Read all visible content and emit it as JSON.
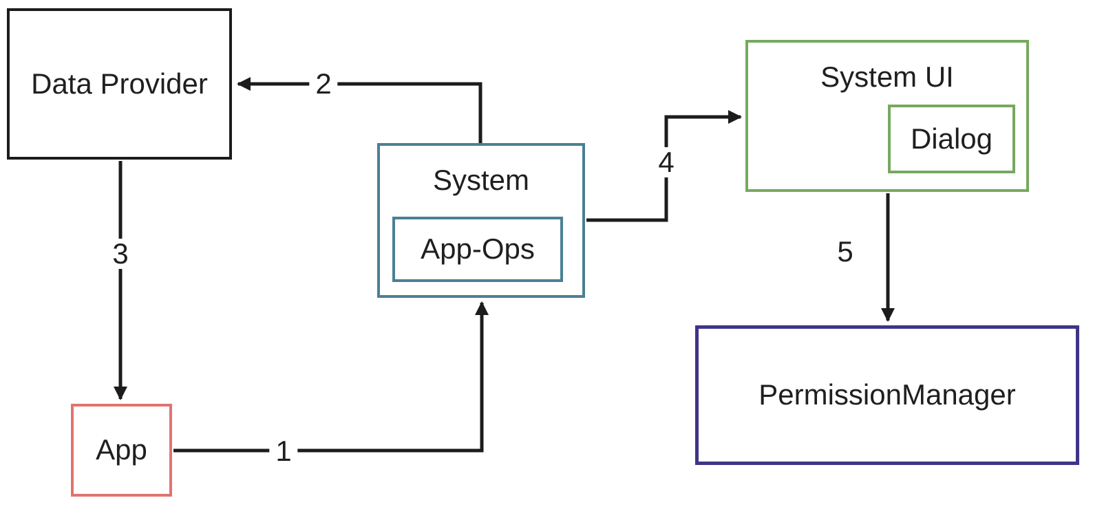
{
  "diagram_type": "flow-diagram",
  "nodes": [
    {
      "id": "data-provider",
      "label": "Data Provider",
      "border_color": "#1c1c1c"
    },
    {
      "id": "system",
      "label": "System",
      "border_color": "#4a8094"
    },
    {
      "id": "app-ops",
      "label": "App-Ops",
      "border_color": "#4a8094",
      "parent": "system"
    },
    {
      "id": "system-ui",
      "label": "System UI",
      "border_color": "#76a95f"
    },
    {
      "id": "dialog",
      "label": "Dialog",
      "border_color": "#76a95f",
      "parent": "system-ui"
    },
    {
      "id": "permission-manager",
      "label": "PermissionManager",
      "border_color": "#3e3589"
    },
    {
      "id": "app",
      "label": "App",
      "border_color": "#e0736f"
    }
  ],
  "edges": [
    {
      "label": "1",
      "from": "app",
      "to": "system"
    },
    {
      "label": "2",
      "from": "system",
      "to": "data-provider"
    },
    {
      "label": "3",
      "from": "data-provider",
      "to": "app"
    },
    {
      "label": "4",
      "from": "system",
      "to": "system-ui"
    },
    {
      "label": "5",
      "from": "system-ui",
      "to": "permission-manager"
    }
  ],
  "colors": {
    "line": "#1c1c1c",
    "teal": "#4a8094",
    "green": "#76a95f",
    "red": "#e0736f",
    "indigo": "#3e3589",
    "text": "#1f1f1f",
    "background": "#ffffff"
  }
}
